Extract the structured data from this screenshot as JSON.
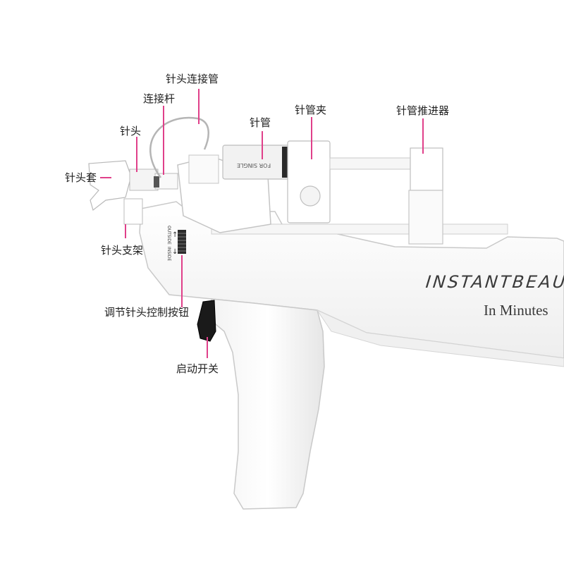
{
  "labels": {
    "needle_tube": "针头连接管",
    "connecting_rod": "连接杆",
    "needle": "针头",
    "needle_cap": "针头套",
    "syringe": "针管",
    "syringe_clamp": "针管夹",
    "syringe_pusher": "针管推进器",
    "needle_bracket": "针头支架",
    "adjust_button": "调节针头控制按钮",
    "start_switch": "启动开关"
  },
  "device": {
    "brand": "INSTANTBEAUTY",
    "tagline": "In Minutes",
    "syringe_text": "FOR SINGLE",
    "dial_top": "OUTSIDE",
    "dial_bottom": "INSIDE"
  },
  "colors": {
    "leader": "#e0408a",
    "body": "#ffffff",
    "outline": "#c9c9c9",
    "trigger": "#1a1a1a"
  }
}
